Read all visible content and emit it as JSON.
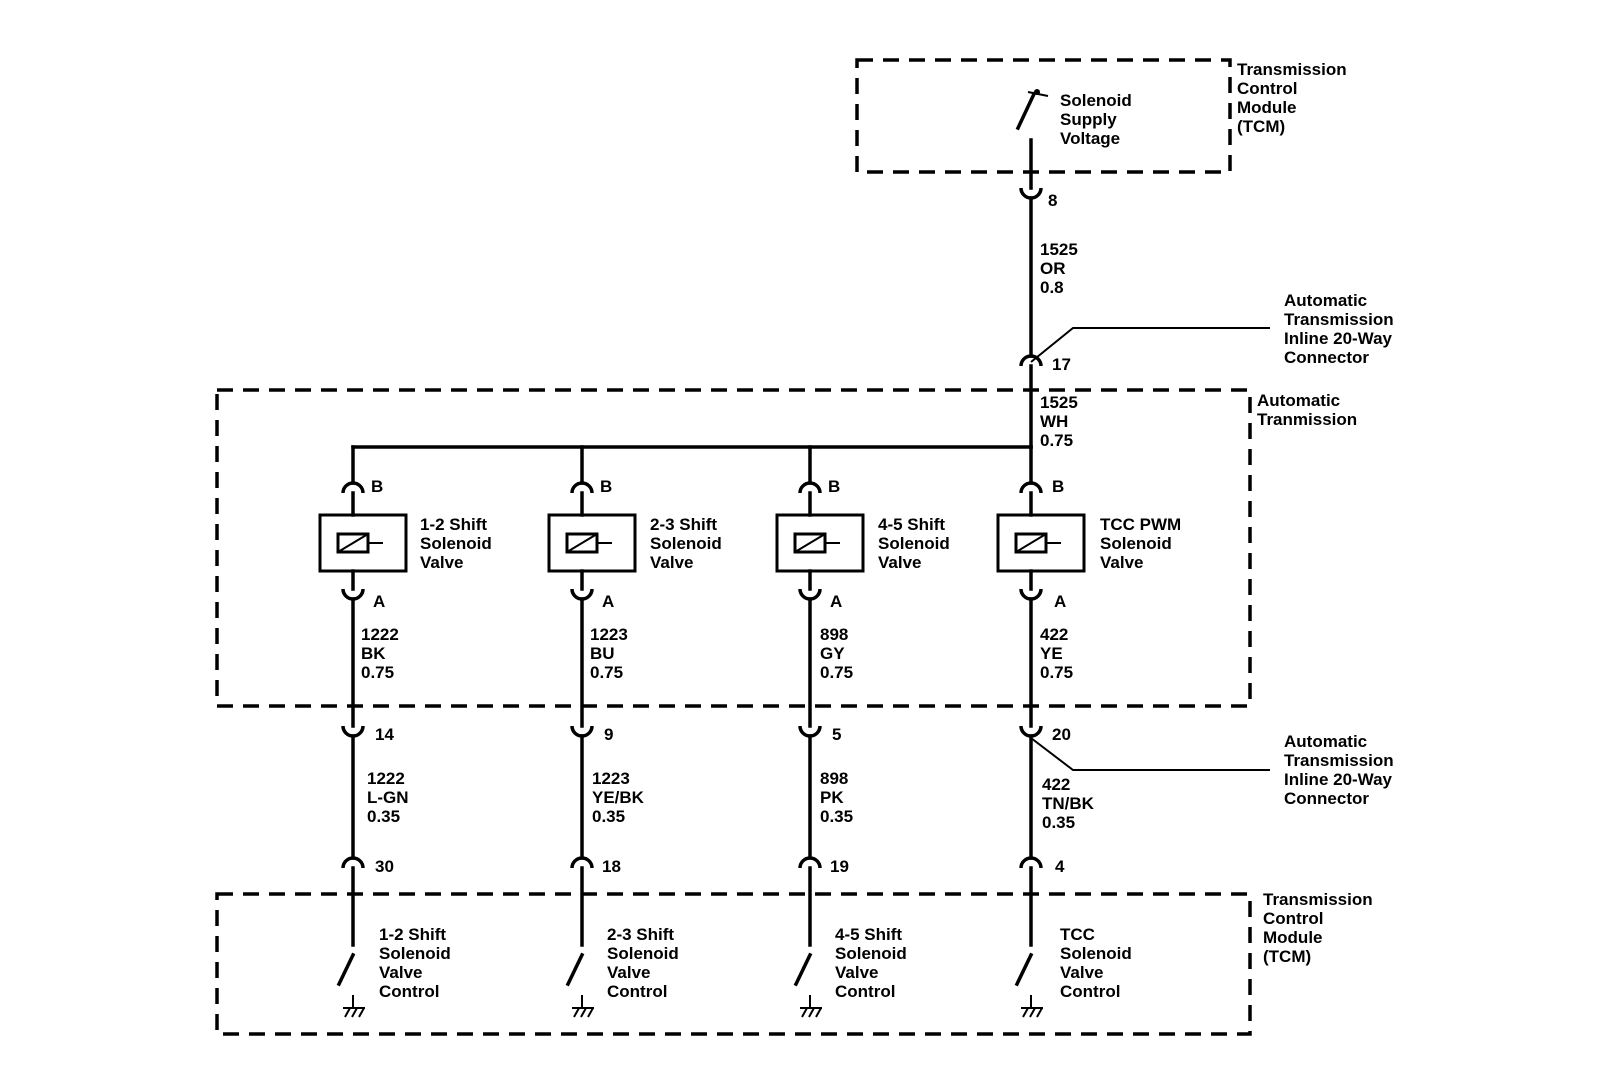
{
  "tcm_top": {
    "label": [
      "Transmission",
      "Control",
      "Module",
      "(TCM)"
    ],
    "circuit_label": [
      "Solenoid",
      "Supply",
      "Voltage"
    ]
  },
  "supply": {
    "top_pin": "8",
    "wire_outside": [
      "1525",
      "OR",
      "0.8"
    ],
    "connector_pin": "17",
    "wire_inside": [
      "1525",
      "WH",
      "0.75"
    ]
  },
  "connector_label": [
    "Automatic",
    "Transmission",
    "Inline 20-Way",
    "Connector"
  ],
  "transmission_label": [
    "Automatic",
    "Tranmission"
  ],
  "tcm_bottom": {
    "label": [
      "Transmission",
      "Control",
      "Module",
      "(TCM)"
    ]
  },
  "branches": [
    {
      "pin_b": "B",
      "pin_a": "A",
      "solenoid": [
        "1-2 Shift",
        "Solenoid",
        "Valve"
      ],
      "wire_inside": [
        "1222",
        "BK",
        "0.75"
      ],
      "inline_pin": "14",
      "wire_outside": [
        "1222",
        "L-GN",
        "0.35"
      ],
      "tcm_pin": "30",
      "control": [
        "1-2 Shift",
        "Solenoid",
        "Valve",
        "Control"
      ]
    },
    {
      "pin_b": "B",
      "pin_a": "A",
      "solenoid": [
        "2-3 Shift",
        "Solenoid",
        "Valve"
      ],
      "wire_inside": [
        "1223",
        "BU",
        "0.75"
      ],
      "inline_pin": "9",
      "wire_outside": [
        "1223",
        "YE/BK",
        "0.35"
      ],
      "tcm_pin": "18",
      "control": [
        "2-3 Shift",
        "Solenoid",
        "Valve",
        "Control"
      ]
    },
    {
      "pin_b": "B",
      "pin_a": "A",
      "solenoid": [
        "4-5 Shift",
        "Solenoid",
        "Valve"
      ],
      "wire_inside": [
        "898",
        "GY",
        "0.75"
      ],
      "inline_pin": "5",
      "wire_outside": [
        "898",
        "PK",
        "0.35"
      ],
      "tcm_pin": "19",
      "control": [
        "4-5 Shift",
        "Solenoid",
        "Valve",
        "Control"
      ]
    },
    {
      "pin_b": "B",
      "pin_a": "A",
      "solenoid": [
        "TCC PWM",
        "Solenoid",
        "Valve"
      ],
      "wire_inside": [
        "422",
        "YE",
        "0.75"
      ],
      "inline_pin": "20",
      "wire_outside": [
        "422",
        "TN/BK",
        "0.35"
      ],
      "tcm_pin": "4",
      "control": [
        "TCC",
        "Solenoid",
        "Valve",
        "Control"
      ]
    }
  ]
}
